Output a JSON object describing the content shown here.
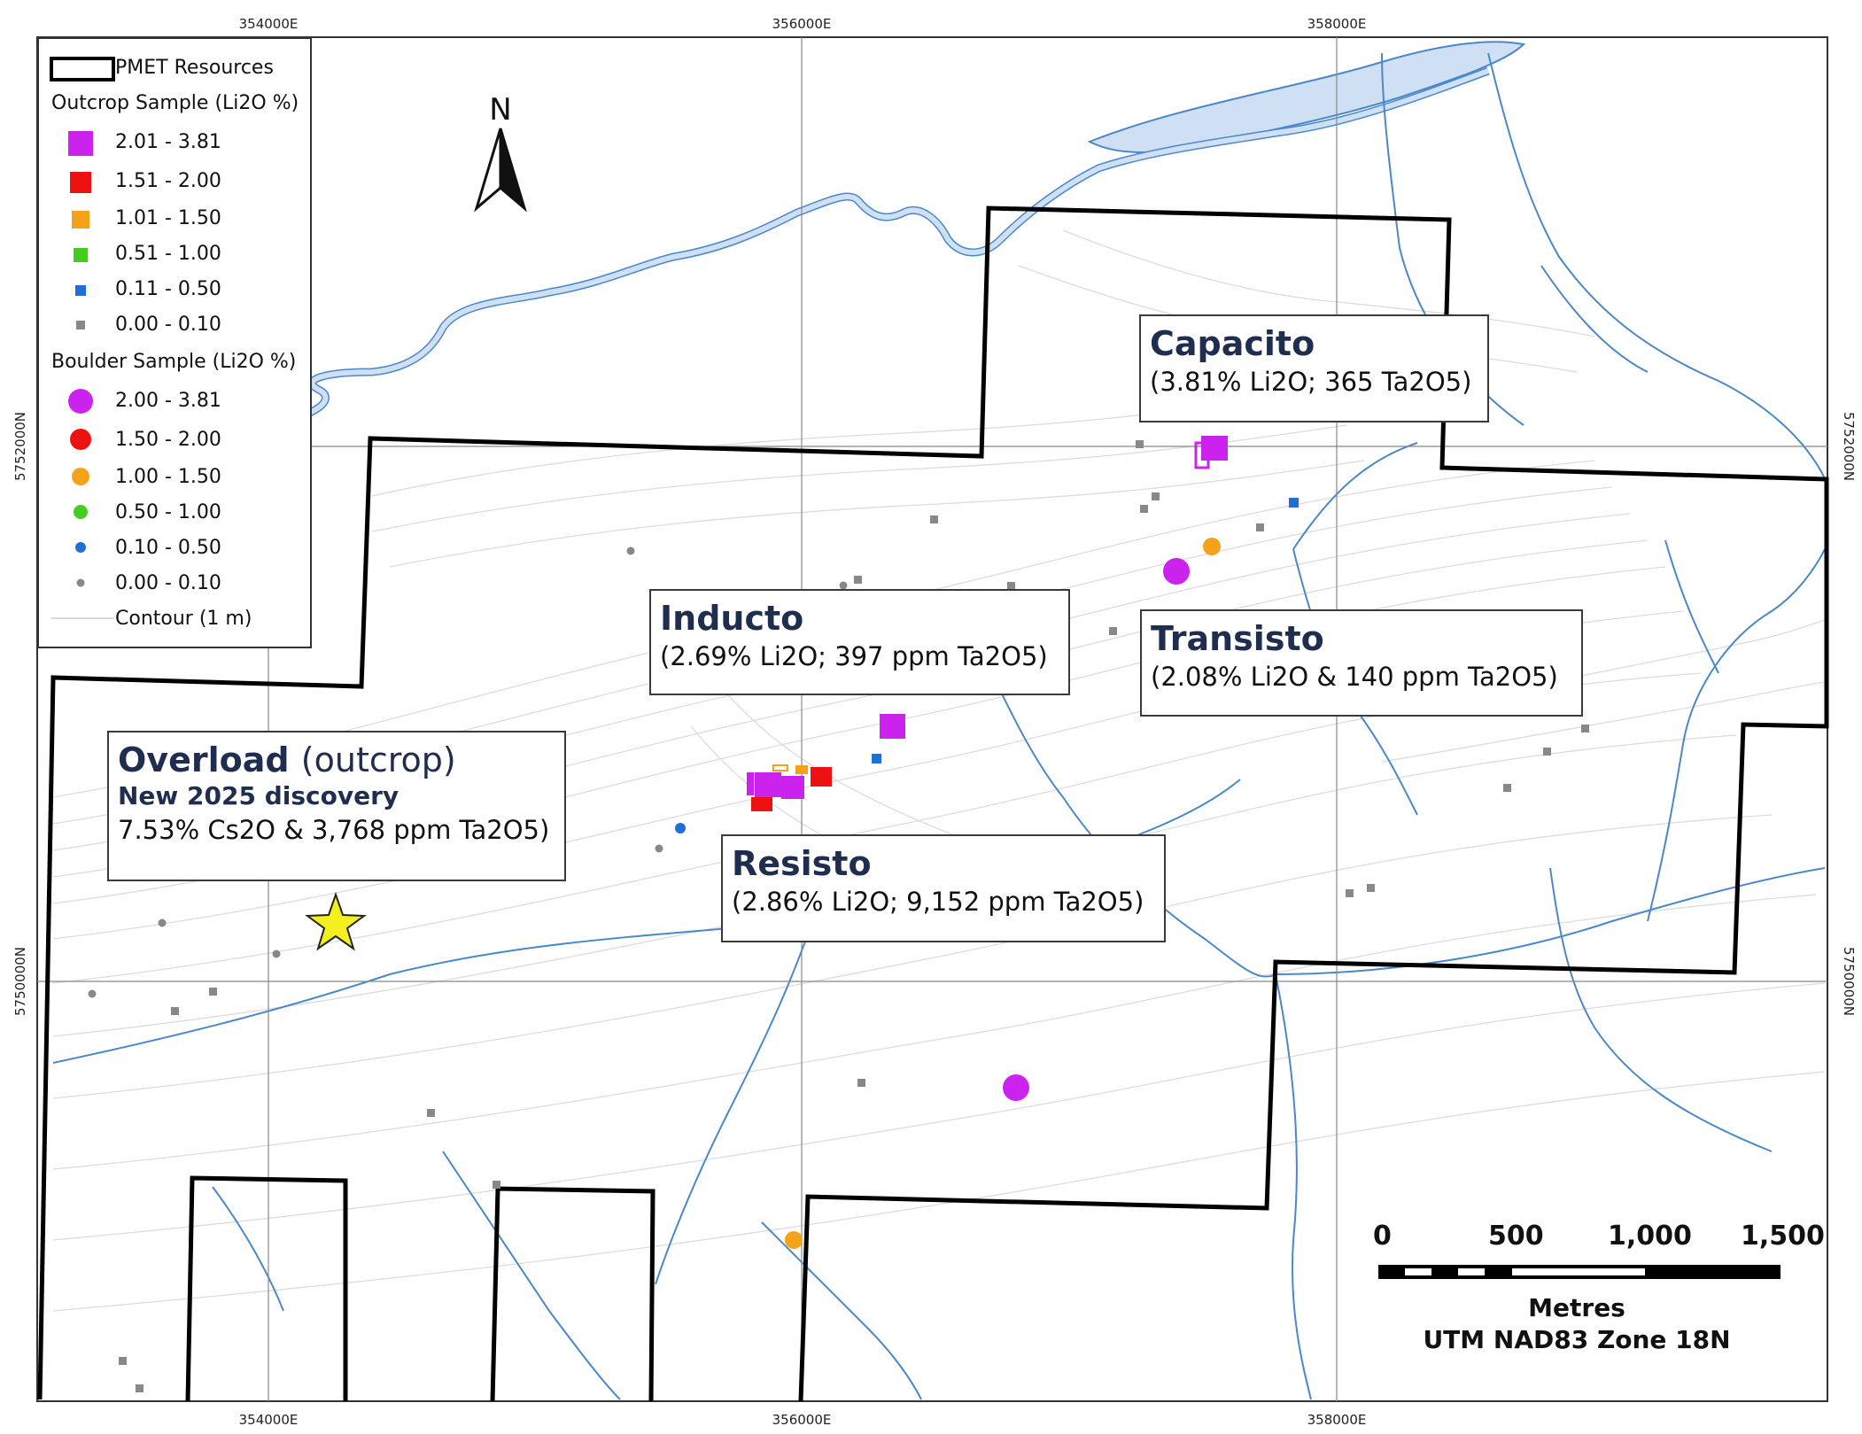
{
  "grid": {
    "x_labels": [
      "354000E",
      "356000E",
      "358000E"
    ],
    "y_labels": [
      "5752000N",
      "5750000N"
    ]
  },
  "legend": {
    "boundary_label": "PMET Resources",
    "outcrop_header": "Outcrop Sample (Li2O %)",
    "outcrop_classes": [
      {
        "label": "2.01 - 3.81",
        "color": "#cc22ee"
      },
      {
        "label": "1.51 - 2.00",
        "color": "#ee1111"
      },
      {
        "label": "1.01 - 1.50",
        "color": "#f5a21b"
      },
      {
        "label": "0.51 - 1.00",
        "color": "#44cc22"
      },
      {
        "label": "0.11 - 0.50",
        "color": "#1f6fd6"
      },
      {
        "label": "0.00 - 0.10",
        "color": "#888888"
      }
    ],
    "boulder_header": "Boulder Sample (Li2O %)",
    "boulder_classes": [
      {
        "label": "2.00 - 3.81",
        "color": "#cc22ee"
      },
      {
        "label": "1.50 - 2.00",
        "color": "#ee1111"
      },
      {
        "label": "1.00 - 1.50",
        "color": "#f5a21b"
      },
      {
        "label": "0.50 - 1.00",
        "color": "#44cc22"
      },
      {
        "label": "0.10 - 0.50",
        "color": "#1f6fd6"
      },
      {
        "label": "0.00 - 0.10",
        "color": "#888888"
      }
    ],
    "contour_label": "Contour (1 m)"
  },
  "north_arrow": {
    "label": "N"
  },
  "callouts": {
    "capacito": {
      "name": "Capacito",
      "detail": "(3.81% Li2O; 365 Ta2O5)"
    },
    "inducto": {
      "name": "Inducto",
      "detail": "(2.69% Li2O; 397 ppm Ta2O5)"
    },
    "transisto": {
      "name": "Transisto",
      "detail": "(2.08% Li2O & 140 ppm Ta2O5)"
    },
    "overload": {
      "name": "Overload",
      "name_suffix": "(outcrop)",
      "discovery": "New 2025 discovery",
      "detail": "7.53% Cs2O & 3,768 ppm Ta2O5)"
    },
    "resisto": {
      "name": "Resisto",
      "detail": "(2.86% Li2O; 9,152 ppm Ta2O5)"
    }
  },
  "scale_bar": {
    "ticks": [
      "0",
      "500",
      "1,000",
      "1,500"
    ],
    "units": "Metres",
    "projection": "UTM NAD83 Zone 18N"
  },
  "colors": {
    "water": "#cfe0f5",
    "river_stroke": "#4a88c8",
    "boundary": "#000000",
    "title_text": "#1f2d4e",
    "star": "#f4f01e"
  }
}
